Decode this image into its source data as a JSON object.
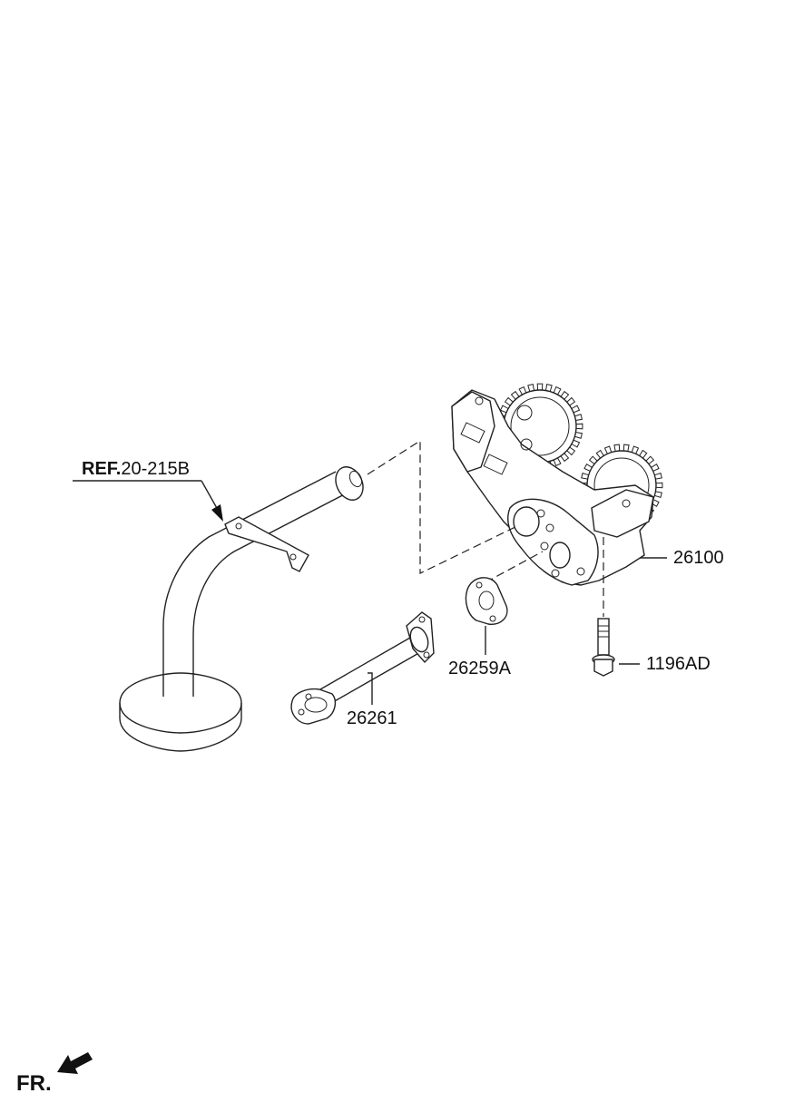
{
  "reference": {
    "prefix": "REF.",
    "number": "20-215B"
  },
  "parts": [
    {
      "id": "26100"
    },
    {
      "id": "1196AD"
    },
    {
      "id": "26259A"
    },
    {
      "id": "26261"
    }
  ],
  "direction": {
    "label": "FR.",
    "icon": "front-arrow-icon"
  },
  "colors": {
    "line": "#222222",
    "background": "#ffffff"
  }
}
